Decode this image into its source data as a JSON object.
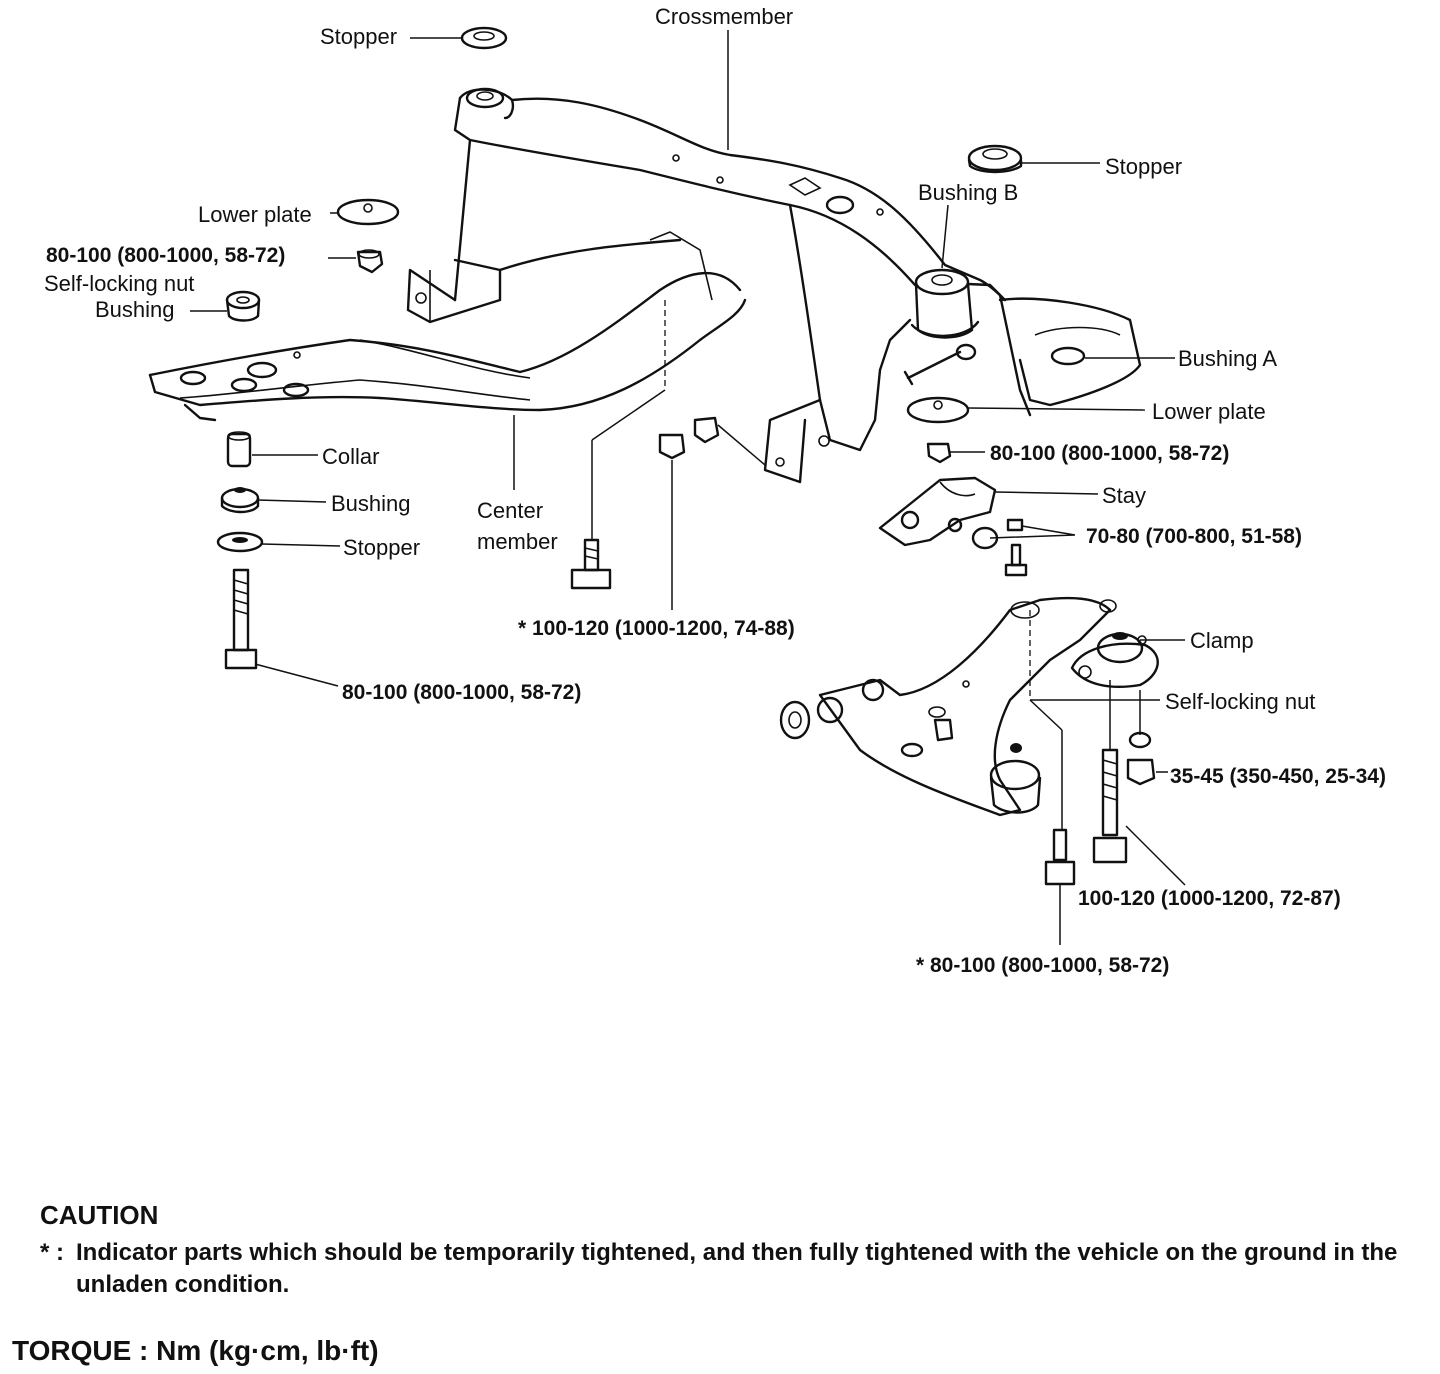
{
  "labels": {
    "crossmember": "Crossmember",
    "stopper_top": "Stopper",
    "stopper_right": "Stopper",
    "bushing_b": "Bushing B",
    "lower_plate_left": "Lower plate",
    "torque_left_nut": "80-100 (800-1000, 58-72)",
    "self_locking_nut_left": "Self-locking nut",
    "bushing_left": "Bushing",
    "bushing_a": "Bushing A",
    "lower_plate_right": "Lower plate",
    "torque_right_nut": "80-100 (800-1000, 58-72)",
    "collar": "Collar",
    "bushing_stack": "Bushing",
    "stopper_stack": "Stopper",
    "center_member_line1": "Center",
    "center_member_line2": "member",
    "stay": "Stay",
    "torque_stay": "70-80 (700-800, 51-58)",
    "torque_center_bolt": "* 100-120 (1000-1200, 74-88)",
    "clamp": "Clamp",
    "self_locking_nut_right": "Self-locking nut",
    "torque_left_bolt": "80-100 (800-1000, 58-72)",
    "torque_clamp_nut": "35-45 (350-450, 25-34)",
    "torque_arm_bolt": "100-120 (1000-1200, 72-87)",
    "torque_arm_front": "* 80-100 (800-1000, 58-72)"
  },
  "caution": {
    "title": "CAUTION",
    "mark": "* :",
    "text": "Indicator parts which should be temporarily tightened, and then fully tightened with the vehicle on the ground in the unladen condition."
  },
  "torque_units": "TORQUE : Nm (kg·cm, lb·ft)"
}
